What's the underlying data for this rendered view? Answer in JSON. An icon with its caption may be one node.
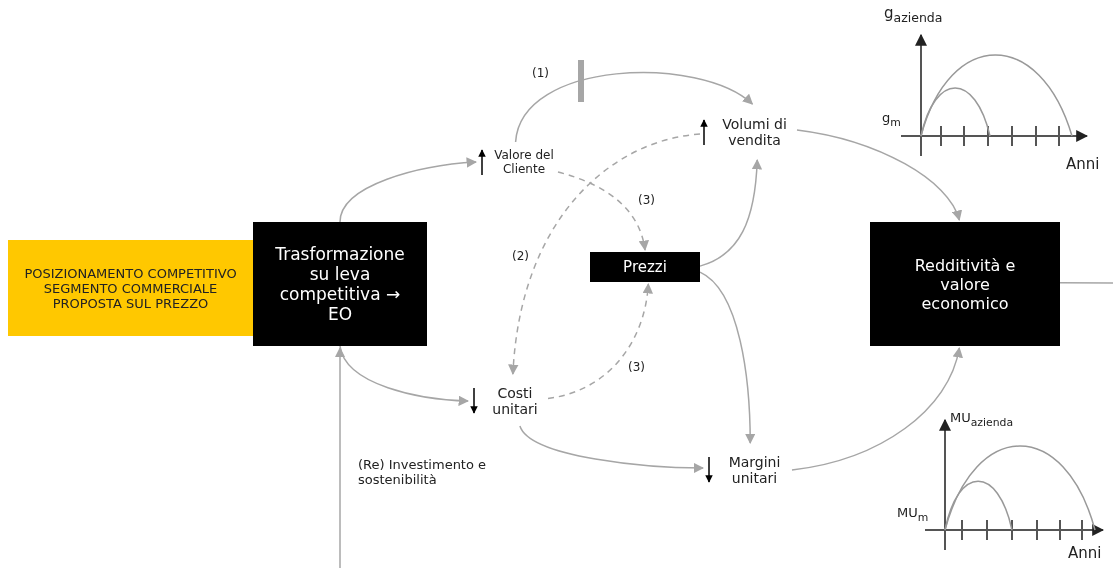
{
  "diagram": {
    "nodes": [
      {
        "text": [
          "POSIZIONAMENTO COMPETITIVO SEGMENTO COMMERCIALE PROPOSTA SUL PREZZO"
        ]
      },
      {
        "text": [
          "Trasformazione su leva competitiva → EO"
        ]
      },
      {
        "text": [
          "Valore del Cliente"
        ]
      },
      {
        "text": [
          "Volumi di vendita"
        ]
      },
      {
        "text": [
          "Prezzi"
        ]
      },
      {
        "text": [
          "Costi unitari"
        ]
      },
      {
        "text": [
          "Margini unitari"
        ]
      },
      {
        "text": [
          "Redditività e valore economico"
        ]
      }
    ],
    "edges": [
      {
        "from": 1,
        "to": 2,
        "arrow": "to"
      },
      {
        "from": 1,
        "to": 5,
        "arrow": "to"
      },
      {
        "from": 2,
        "to": 3,
        "arrow": "to",
        "label": "(1)"
      },
      {
        "from": 2,
        "to": 4,
        "arrow": "to",
        "label": "(3)",
        "style": "dashed"
      },
      {
        "from": 3,
        "to": 5,
        "arrow": "to",
        "label": "(2)",
        "style": "dashed"
      },
      {
        "from": 5,
        "to": 4,
        "arrow": "to",
        "label": "(3)",
        "style": "dashed"
      },
      {
        "from": 4,
        "to": 3,
        "arrow": "to"
      },
      {
        "from": 4,
        "to": 6,
        "arrow": "to"
      },
      {
        "from": 5,
        "to": 6,
        "arrow": "to"
      },
      {
        "from": 3,
        "to": 7,
        "arrow": "to"
      },
      {
        "from": 6,
        "to": 7,
        "arrow": "to"
      },
      {
        "from": 7,
        "to": null,
        "arrow": "none"
      },
      {
        "from": null,
        "to": 1,
        "arrow": "to",
        "label": "(Re) Investimento e sostenibilità"
      }
    ],
    "labels": [
      "g$_{azienda}$",
      "g$_{m}$",
      "Anni",
      "MU$_{azienda}$",
      "MU$_{m}$",
      "Anni"
    ]
  }
}
